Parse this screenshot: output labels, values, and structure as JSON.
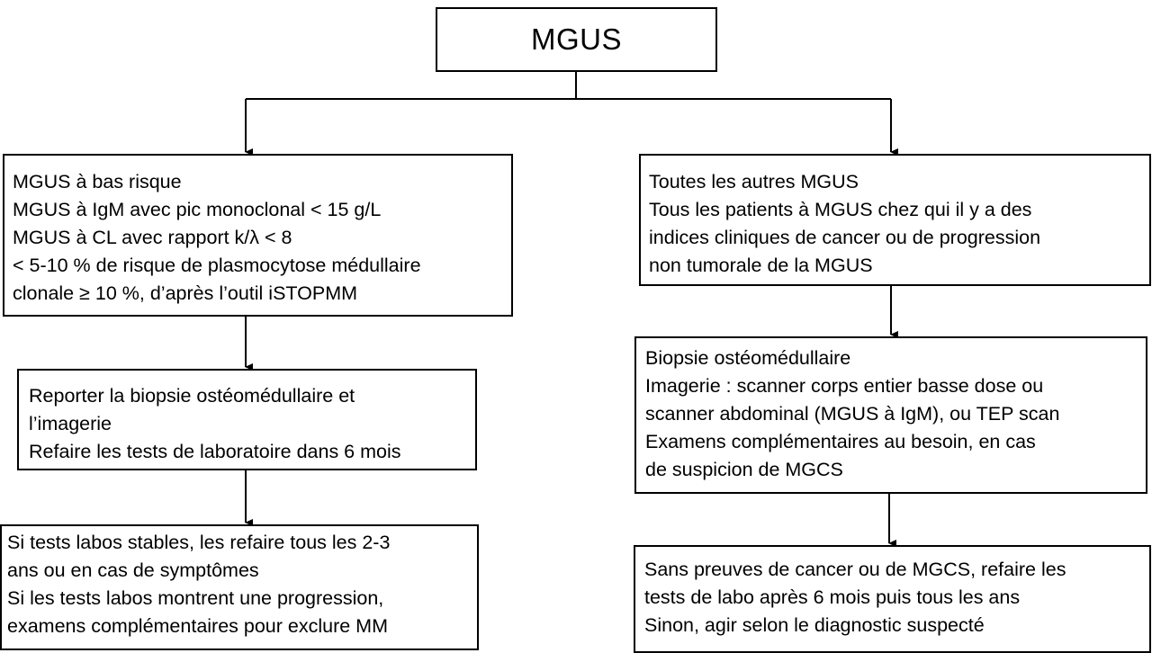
{
  "root": {
    "label": "MGUS"
  },
  "left_top": {
    "lines": [
      "MGUS à bas risque",
      "MGUS à IgM avec pic monoclonal < 15 g/L",
      "MGUS à CL avec rapport k/λ < 8",
      "< 5-10 % de risque de plasmocytose médullaire",
      "clonale ≥ 10 %, d’après l’outil iSTOPMM"
    ]
  },
  "right_top": {
    "lines": [
      "Toutes les autres MGUS",
      "Tous les patients à MGUS chez qui il y a des",
      "indices cliniques de cancer ou de progression",
      "non tumorale de la MGUS"
    ]
  },
  "left_mid": {
    "lines": [
      "Reporter la biopsie ostéomédullaire et",
      "l’imagerie",
      "Refaire les tests de laboratoire dans 6 mois"
    ]
  },
  "right_mid": {
    "lines": [
      "Biopsie ostéomédullaire",
      "Imagerie : scanner corps entier basse dose ou",
      "scanner abdominal (MGUS à IgM), ou TEP scan",
      "Examens complémentaires au besoin, en cas",
      "de suspicion de MGCS"
    ]
  },
  "left_bottom": {
    "lines": [
      "Si tests labos stables, les refaire tous les 2-3",
      "ans ou en cas de symptômes",
      "Si les tests labos montrent une progression,",
      "examens complémentaires pour exclure MM"
    ]
  },
  "right_bottom": {
    "lines": [
      "Sans preuves de cancer ou de MGCS, refaire les",
      "tests de labo après 6 mois puis tous les ans",
      "Sinon, agir selon le diagnostic suspecté"
    ]
  }
}
